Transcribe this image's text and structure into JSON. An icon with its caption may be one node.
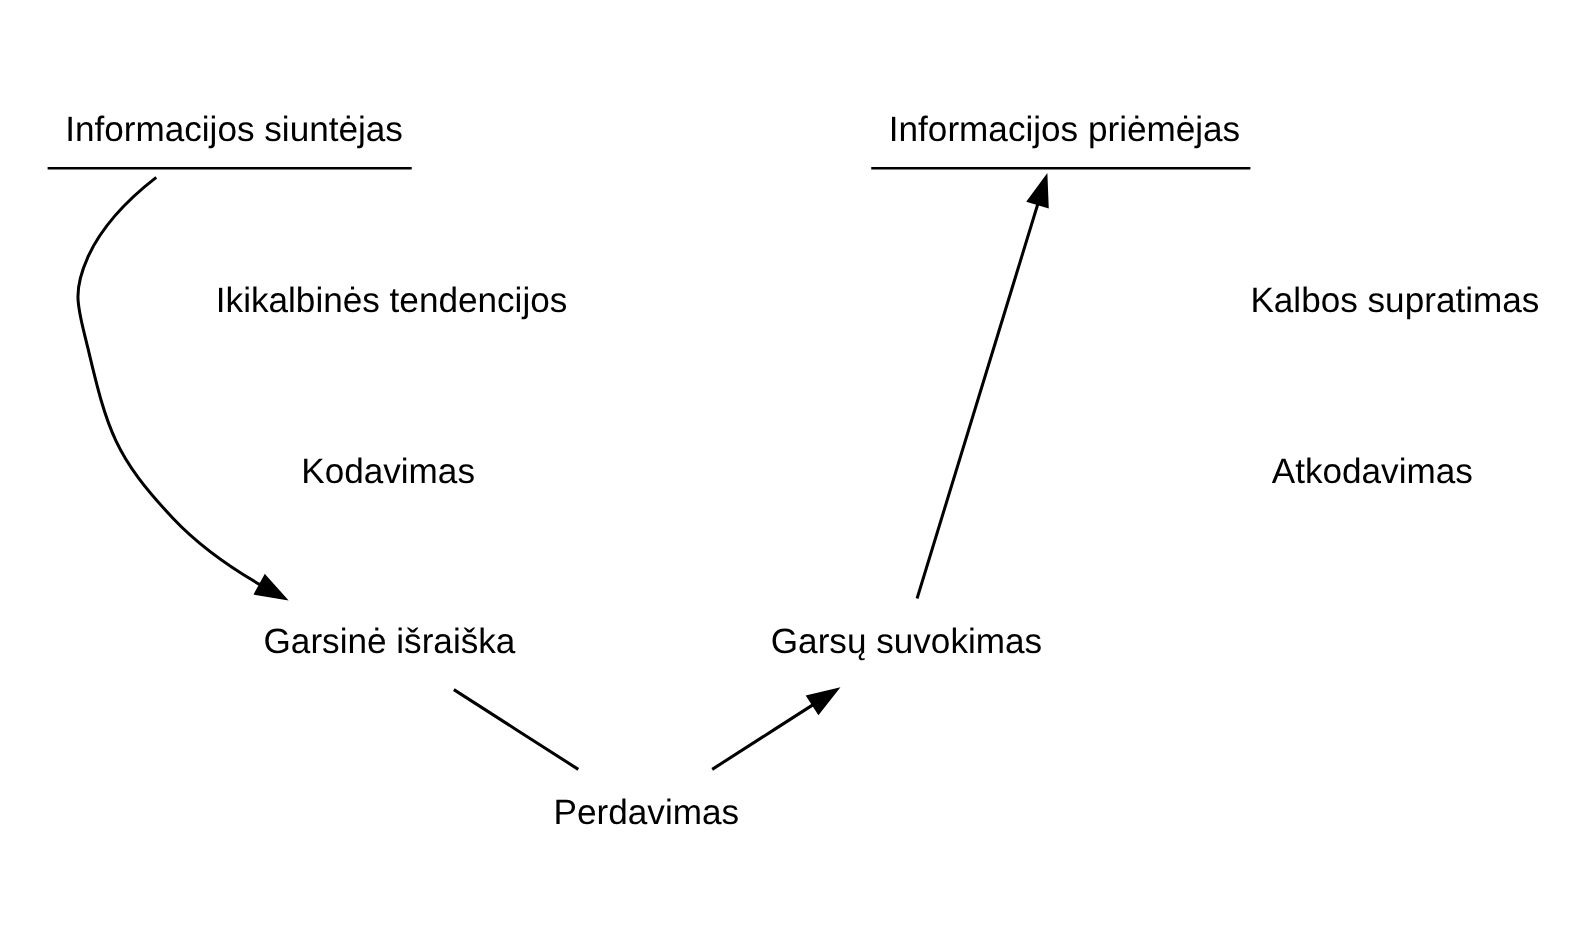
{
  "diagram": {
    "nodes": [
      {
        "text": [
          "Informacijos siuntėjas"
        ]
      },
      {
        "text": [
          "Garsinė išraiška"
        ]
      },
      {
        "text": [
          "Perdavimas"
        ]
      },
      {
        "text": [
          "Garsų suvokimas"
        ]
      },
      {
        "text": [
          "Informacijos priėmėjas"
        ]
      }
    ],
    "edges": [
      {
        "from": 0,
        "to": 1,
        "arrow": "to"
      },
      {
        "from": 1,
        "to": 2,
        "arrow": "none"
      },
      {
        "from": 2,
        "to": 3,
        "arrow": "to"
      },
      {
        "from": 3,
        "to": 4,
        "arrow": "to"
      }
    ],
    "labels": [
      "Ikikalbinės tendencijos",
      "Kalbos supratimas",
      "Kodavimas",
      "Atkodavimas"
    ]
  }
}
